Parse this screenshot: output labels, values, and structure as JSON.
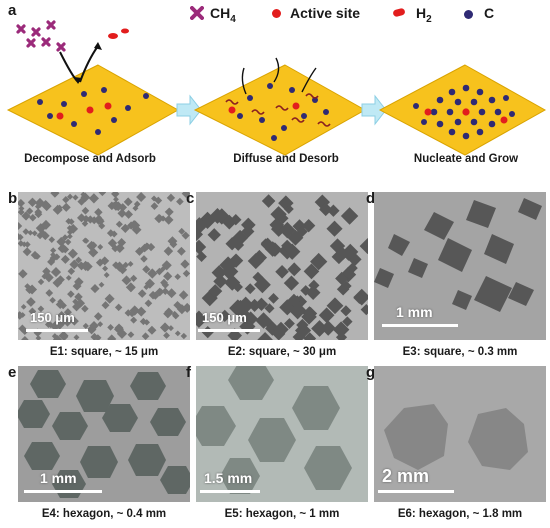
{
  "panel_a": {
    "label": "a",
    "legend": {
      "ch4": "CH",
      "ch4_sub": "4",
      "active_site": "Active site",
      "h2": "H",
      "h2_sub": "2",
      "c": "C"
    },
    "steps": [
      "Decompose and Adsorb",
      "Diffuse and Desorb",
      "Nucleate and Grow"
    ],
    "colors": {
      "substrate": "#f7c21d",
      "ch4": "#9b2a7a",
      "active_site": "#e21d1d",
      "carbon": "#2f2a74",
      "arrow": "#bfe9f5"
    }
  },
  "micrographs": [
    {
      "label": "b",
      "scale": "150 μm",
      "caption": "E1: square, ~ 15 μm"
    },
    {
      "label": "c",
      "scale": "150 μm",
      "caption": "E2: square, ~ 30 μm"
    },
    {
      "label": "d",
      "scale": "1 mm",
      "caption": "E3: square, ~ 0.3  mm"
    },
    {
      "label": "e",
      "scale": "1 mm",
      "caption": "E4: hexagon, ~ 0.4  mm"
    },
    {
      "label": "f",
      "scale": "1.5 mm",
      "caption": "E5: hexagon, ~ 1  mm"
    },
    {
      "label": "g",
      "scale": "2 mm",
      "caption": "E6: hexagon, ~ 1.8  mm"
    }
  ]
}
